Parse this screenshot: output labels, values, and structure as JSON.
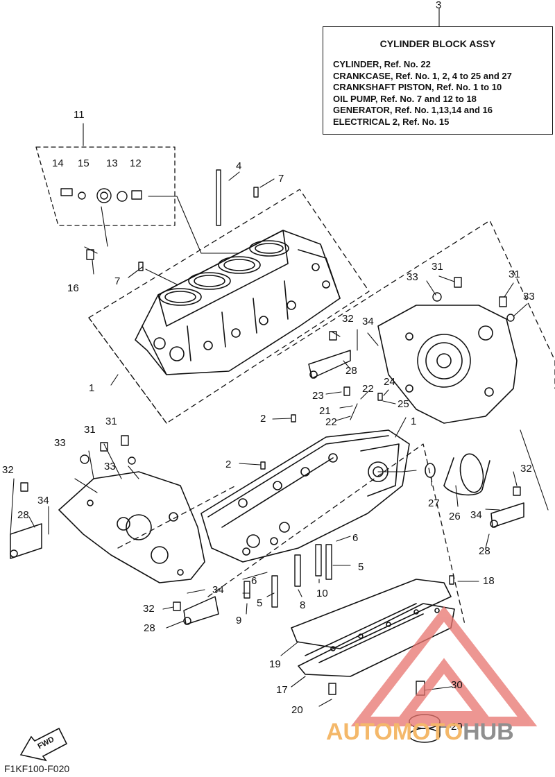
{
  "diagram_code": "F1KF100-F020",
  "fwd_label": "FWD",
  "info_box": {
    "ref": "3",
    "title": "CYLINDER BLOCK ASSY",
    "lines": [
      "CYLINDER,  Ref. No. 22",
      "CRANKCASE,  Ref. No. 1, 2, 4 to 25 and 27",
      "CRANKSHAFT PISTON,  Ref. No. 1 to 10",
      "OIL PUMP,  Ref. No. 7 and 12 to 18",
      "GENERATOR,  Ref. No. 1,13,14 and 16",
      "ELECTRICAL 2, Ref. No. 15"
    ]
  },
  "watermark": {
    "part1": "AUTOMOTO",
    "part2": "HUB",
    "color1": "#f4b86a",
    "color2": "#8f8f8f",
    "logo_color": "#e8746e"
  },
  "callouts": [
    {
      "id": "c3",
      "text": "3"
    },
    {
      "id": "c11",
      "text": "11"
    },
    {
      "id": "c14",
      "text": "14"
    },
    {
      "id": "c15",
      "text": "15"
    },
    {
      "id": "c13",
      "text": "13"
    },
    {
      "id": "c12",
      "text": "12"
    },
    {
      "id": "c4",
      "text": "4"
    },
    {
      "id": "c7a",
      "text": "7"
    },
    {
      "id": "c7b",
      "text": "7"
    },
    {
      "id": "c16",
      "text": "16"
    },
    {
      "id": "c1a",
      "text": "1"
    },
    {
      "id": "c1b",
      "text": "1"
    },
    {
      "id": "c33a",
      "text": "33"
    },
    {
      "id": "c31a",
      "text": "31"
    },
    {
      "id": "c31b",
      "text": "31"
    },
    {
      "id": "c33b",
      "text": "33"
    },
    {
      "id": "c32a",
      "text": "32"
    },
    {
      "id": "c34a",
      "text": "34"
    },
    {
      "id": "c28a",
      "text": "28"
    },
    {
      "id": "c23",
      "text": "23"
    },
    {
      "id": "c22a",
      "text": "22"
    },
    {
      "id": "c24",
      "text": "24"
    },
    {
      "id": "c21",
      "text": "21"
    },
    {
      "id": "c25",
      "text": "25"
    },
    {
      "id": "c22b",
      "text": "22"
    },
    {
      "id": "c2a",
      "text": "2"
    },
    {
      "id": "c2b",
      "text": "2"
    },
    {
      "id": "c31c",
      "text": "31"
    },
    {
      "id": "c31d",
      "text": "31"
    },
    {
      "id": "c33c",
      "text": "33"
    },
    {
      "id": "c33d",
      "text": "33"
    },
    {
      "id": "c32b",
      "text": "32"
    },
    {
      "id": "c34b",
      "text": "34"
    },
    {
      "id": "c28b",
      "text": "28"
    },
    {
      "id": "c27",
      "text": "27"
    },
    {
      "id": "c26",
      "text": "26"
    },
    {
      "id": "c32c",
      "text": "32"
    },
    {
      "id": "c34c",
      "text": "34"
    },
    {
      "id": "c28c",
      "text": "28"
    },
    {
      "id": "c6a",
      "text": "6"
    },
    {
      "id": "c5a",
      "text": "5"
    },
    {
      "id": "c6b",
      "text": "6"
    },
    {
      "id": "c10",
      "text": "10"
    },
    {
      "id": "c8",
      "text": "8"
    },
    {
      "id": "c5b",
      "text": "5"
    },
    {
      "id": "c9",
      "text": "9"
    },
    {
      "id": "c32d",
      "text": "32"
    },
    {
      "id": "c34d",
      "text": "34"
    },
    {
      "id": "c28d",
      "text": "28"
    },
    {
      "id": "c18",
      "text": "18"
    },
    {
      "id": "c19",
      "text": "19"
    },
    {
      "id": "c17",
      "text": "17"
    },
    {
      "id": "c30",
      "text": "30"
    },
    {
      "id": "c20",
      "text": "20"
    },
    {
      "id": "c29",
      "text": "29"
    }
  ]
}
